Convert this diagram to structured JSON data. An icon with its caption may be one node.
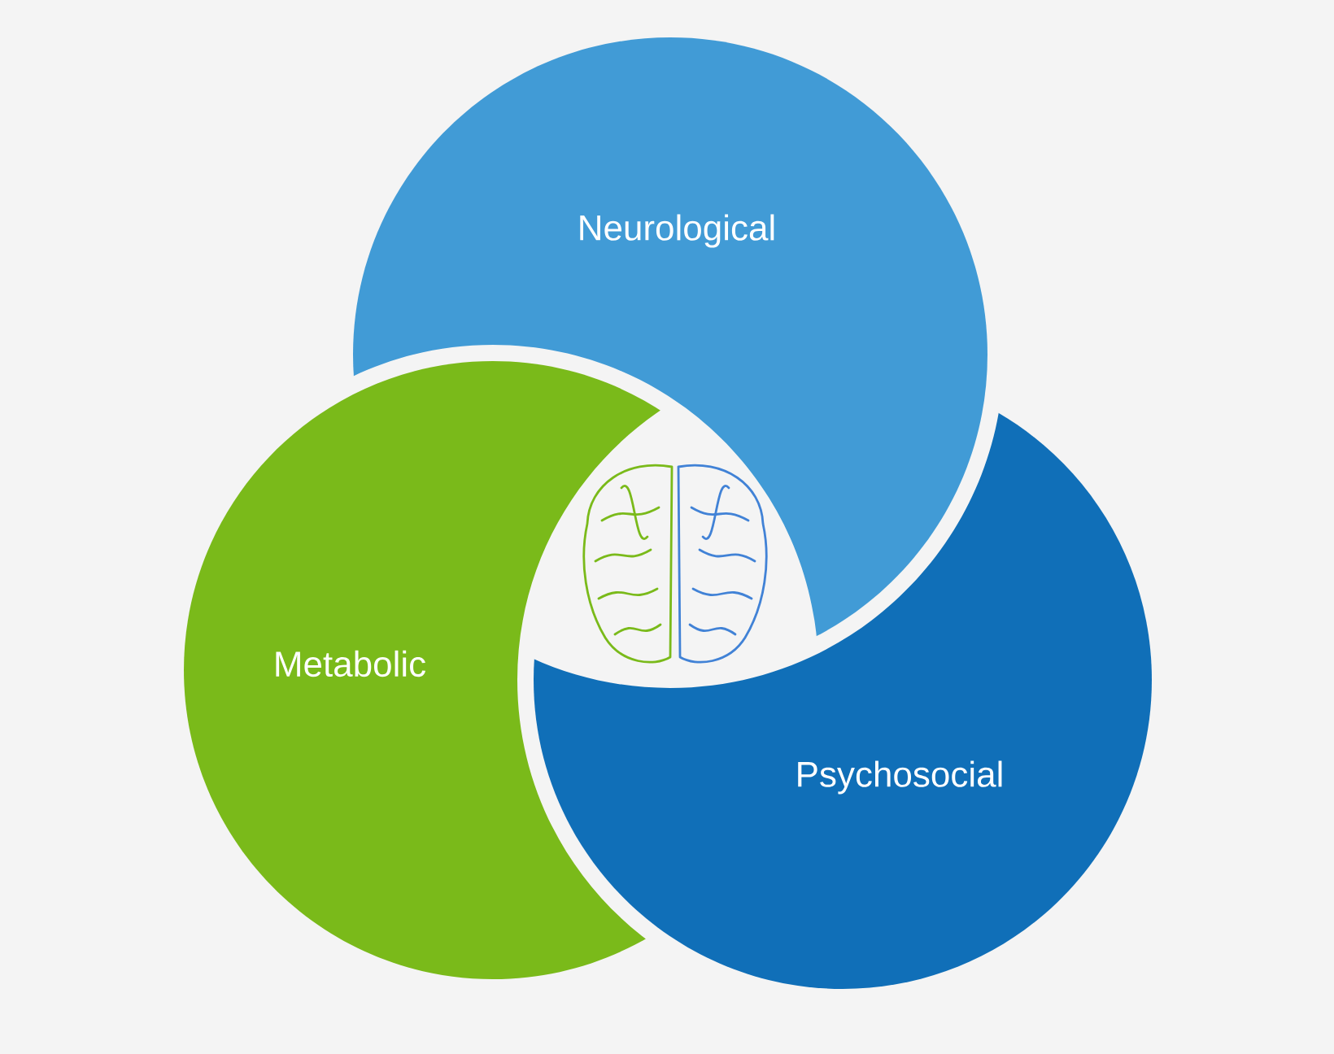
{
  "diagram": {
    "nodes": [
      {
        "text": [
          "Neurological"
        ]
      },
      {
        "text": [
          "Metabolic"
        ]
      },
      {
        "text": [
          "Psychosocial"
        ]
      }
    ]
  }
}
